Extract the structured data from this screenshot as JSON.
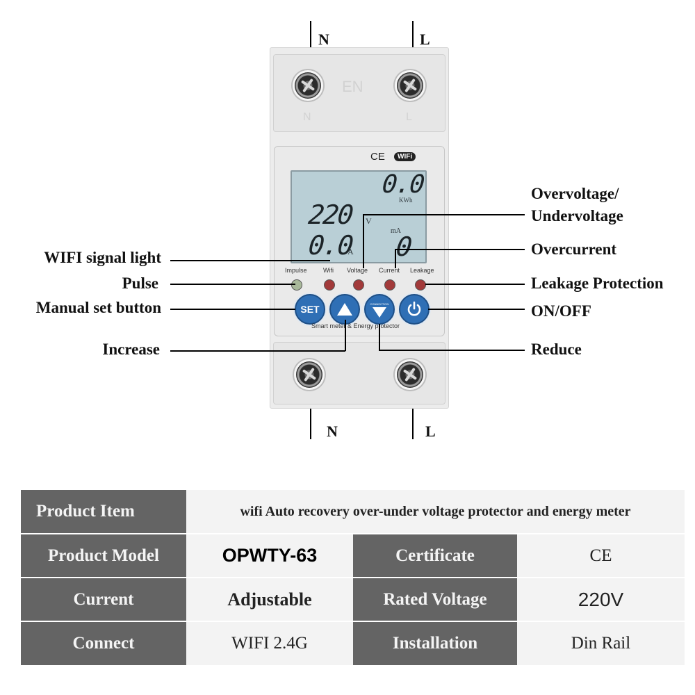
{
  "wires": {
    "top_n": "N",
    "top_l": "L",
    "bottom_n": "N",
    "bottom_l": "L"
  },
  "device": {
    "terminal_top_n": "N",
    "terminal_top_l": "L",
    "top_emboss": "EN",
    "cert_mark": "CE",
    "wifi_badge": "WIFi",
    "lcd": {
      "energy": "0.0",
      "energy_unit": "KWh",
      "voltage": "220",
      "voltage_unit": "V",
      "current": "0.0",
      "current_unit": "A",
      "leakage_unit": "mA",
      "leakage": "0"
    },
    "indicators": [
      "Impulse",
      "Wifi",
      "Voltage",
      "Current",
      "Leakage"
    ],
    "buttons": {
      "set": "SET",
      "reduce_caption": "CONNECTION"
    },
    "footer_text": "Smart meter & Energy protector",
    "colors": {
      "button_blue": "#2f6fb5",
      "lcd_background": "#b9cfd6",
      "impulse_led": "#a8b89a",
      "status_led": "#a23a3a"
    }
  },
  "callouts": {
    "wifi_signal_light": "WIFI signal light",
    "pulse": "Pulse",
    "manual_set_button": "Manual set button",
    "increase": "Increase",
    "overvoltage_line1": "Overvoltage/",
    "overvoltage_line2": "Undervoltage",
    "overcurrent": "Overcurrent",
    "leakage_protection": "Leakage Protection",
    "on_off": "ON/OFF",
    "reduce": "Reduce"
  },
  "spec_table": {
    "product_item_label": "Product Item",
    "product_item_value": "wifi Auto recovery over-under voltage protector and energy meter",
    "product_model_label": "Product Model",
    "product_model_value": "OPWTY-63",
    "certificate_label": "Certificate",
    "certificate_value": "CE",
    "current_label": "Current",
    "current_value": "Adjustable",
    "rated_voltage_label": "Rated Voltage",
    "rated_voltage_value": "220V",
    "connect_label": "Connect",
    "connect_value": "WIFI 2.4G",
    "installation_label": "Installation",
    "installation_value": "Din Rail"
  }
}
